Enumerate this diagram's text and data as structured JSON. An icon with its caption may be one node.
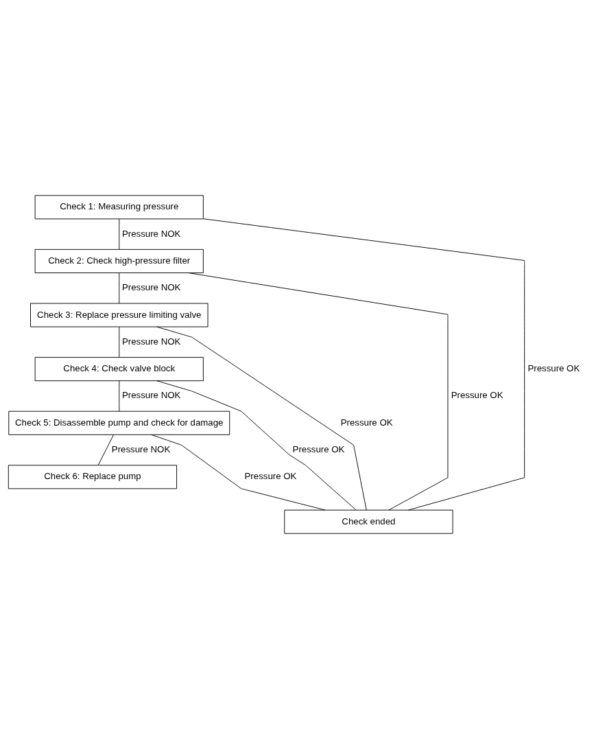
{
  "diagram": {
    "nodes": [
      {
        "text": [
          "Check 1: Measuring pressure"
        ]
      },
      {
        "text": [
          "Check 2: Check high-pressure filter"
        ]
      },
      {
        "text": [
          "Check 3: Replace pressure limiting valve"
        ]
      },
      {
        "text": [
          "Check 4: Check valve block"
        ]
      },
      {
        "text": [
          "Check 5: Disassemble pump and check for damage"
        ]
      },
      {
        "text": [
          "Check 6: Replace pump"
        ]
      },
      {
        "text": [
          "Check ended"
        ]
      }
    ],
    "edges": [
      {
        "from": 0,
        "to": 6,
        "arrow": "none",
        "label": "Pressure OK"
      },
      {
        "from": 0,
        "to": 1,
        "arrow": "none",
        "label": "Pressure NOK"
      },
      {
        "from": 1,
        "to": 6,
        "arrow": "none",
        "label": "Pressure OK"
      },
      {
        "from": 1,
        "to": 2,
        "arrow": "none",
        "label": "Pressure NOK"
      },
      {
        "from": 2,
        "to": 6,
        "arrow": "none",
        "label": "Pressure OK"
      },
      {
        "from": 2,
        "to": 3,
        "arrow": "none",
        "label": "Pressure NOK"
      },
      {
        "from": 3,
        "to": 6,
        "arrow": "none",
        "label": "Pressure OK"
      },
      {
        "from": 3,
        "to": 4,
        "arrow": "none",
        "label": "Pressure NOK"
      },
      {
        "from": 4,
        "to": 6,
        "arrow": "none",
        "label": "Pressure OK"
      },
      {
        "from": 4,
        "to": 5,
        "arrow": "none",
        "label": "Pressure NOK"
      }
    ]
  }
}
